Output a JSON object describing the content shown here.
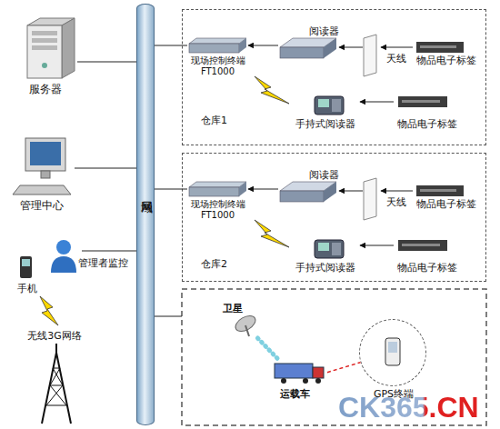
{
  "diagram": {
    "nodes": [
      {
        "text": [
          "局域网"
        ]
      },
      {
        "text": [
          "服务器"
        ]
      },
      {
        "text": [
          "管理中心"
        ]
      },
      {
        "text": [
          "管理者监控"
        ]
      },
      {
        "text": [
          "手机"
        ]
      },
      {
        "text": [
          "无线3G网络"
        ]
      },
      {
        "text": [
          "仓库1"
        ]
      },
      {
        "text": [
          "现场控制终端 FT1000"
        ],
        "in": 6
      },
      {
        "text": [
          "阅读器"
        ],
        "in": 6
      },
      {
        "text": [
          "天线"
        ],
        "in": 6
      },
      {
        "text": [
          "物品电子标签"
        ],
        "in": 6
      },
      {
        "text": [
          "手持式阅读器"
        ],
        "in": 6
      },
      {
        "text": [
          "物品电子标签"
        ],
        "in": 6
      },
      {
        "text": [
          "仓库2"
        ]
      },
      {
        "text": [
          "现场控制终端 FT1000"
        ],
        "in": 13
      },
      {
        "text": [
          "阅读器"
        ],
        "in": 13
      },
      {
        "text": [
          "天线"
        ],
        "in": 13
      },
      {
        "text": [
          "物品电子标签"
        ],
        "in": 13
      },
      {
        "text": [
          "手持式阅读器"
        ],
        "in": 13
      },
      {
        "text": [
          "物品电子标签"
        ],
        "in": 13
      },
      {
        "text": [
          "卫星"
        ]
      },
      {
        "text": [
          "运载车"
        ]
      },
      {
        "text": [
          "GPS终端"
        ]
      }
    ],
    "edges": [
      {
        "from": 0,
        "to": 1,
        "arrow": "none"
      },
      {
        "from": 0,
        "to": 2,
        "arrow": "none"
      },
      {
        "from": 0,
        "to": 3,
        "arrow": "none"
      },
      {
        "from": 0,
        "to": 7,
        "arrow": "none"
      },
      {
        "from": 0,
        "to": 14,
        "arrow": "none"
      },
      {
        "from": 10,
        "to": 9,
        "arrow": "to"
      },
      {
        "from": 9,
        "to": 8,
        "arrow": "to"
      },
      {
        "from": 8,
        "to": 7,
        "arrow": "to"
      },
      {
        "from": 12,
        "to": 11,
        "arrow": "to"
      },
      {
        "from": 17,
        "to": 16,
        "arrow": "to"
      },
      {
        "from": 16,
        "to": 15,
        "arrow": "to"
      },
      {
        "from": 15,
        "to": 14,
        "arrow": "to"
      },
      {
        "from": 19,
        "to": 18,
        "arrow": "to"
      },
      {
        "from": 20,
        "to": 21,
        "arrow": "none"
      },
      {
        "from": 21,
        "to": 22,
        "arrow": "none"
      }
    ],
    "labels": [
      "CK365.CN"
    ]
  }
}
